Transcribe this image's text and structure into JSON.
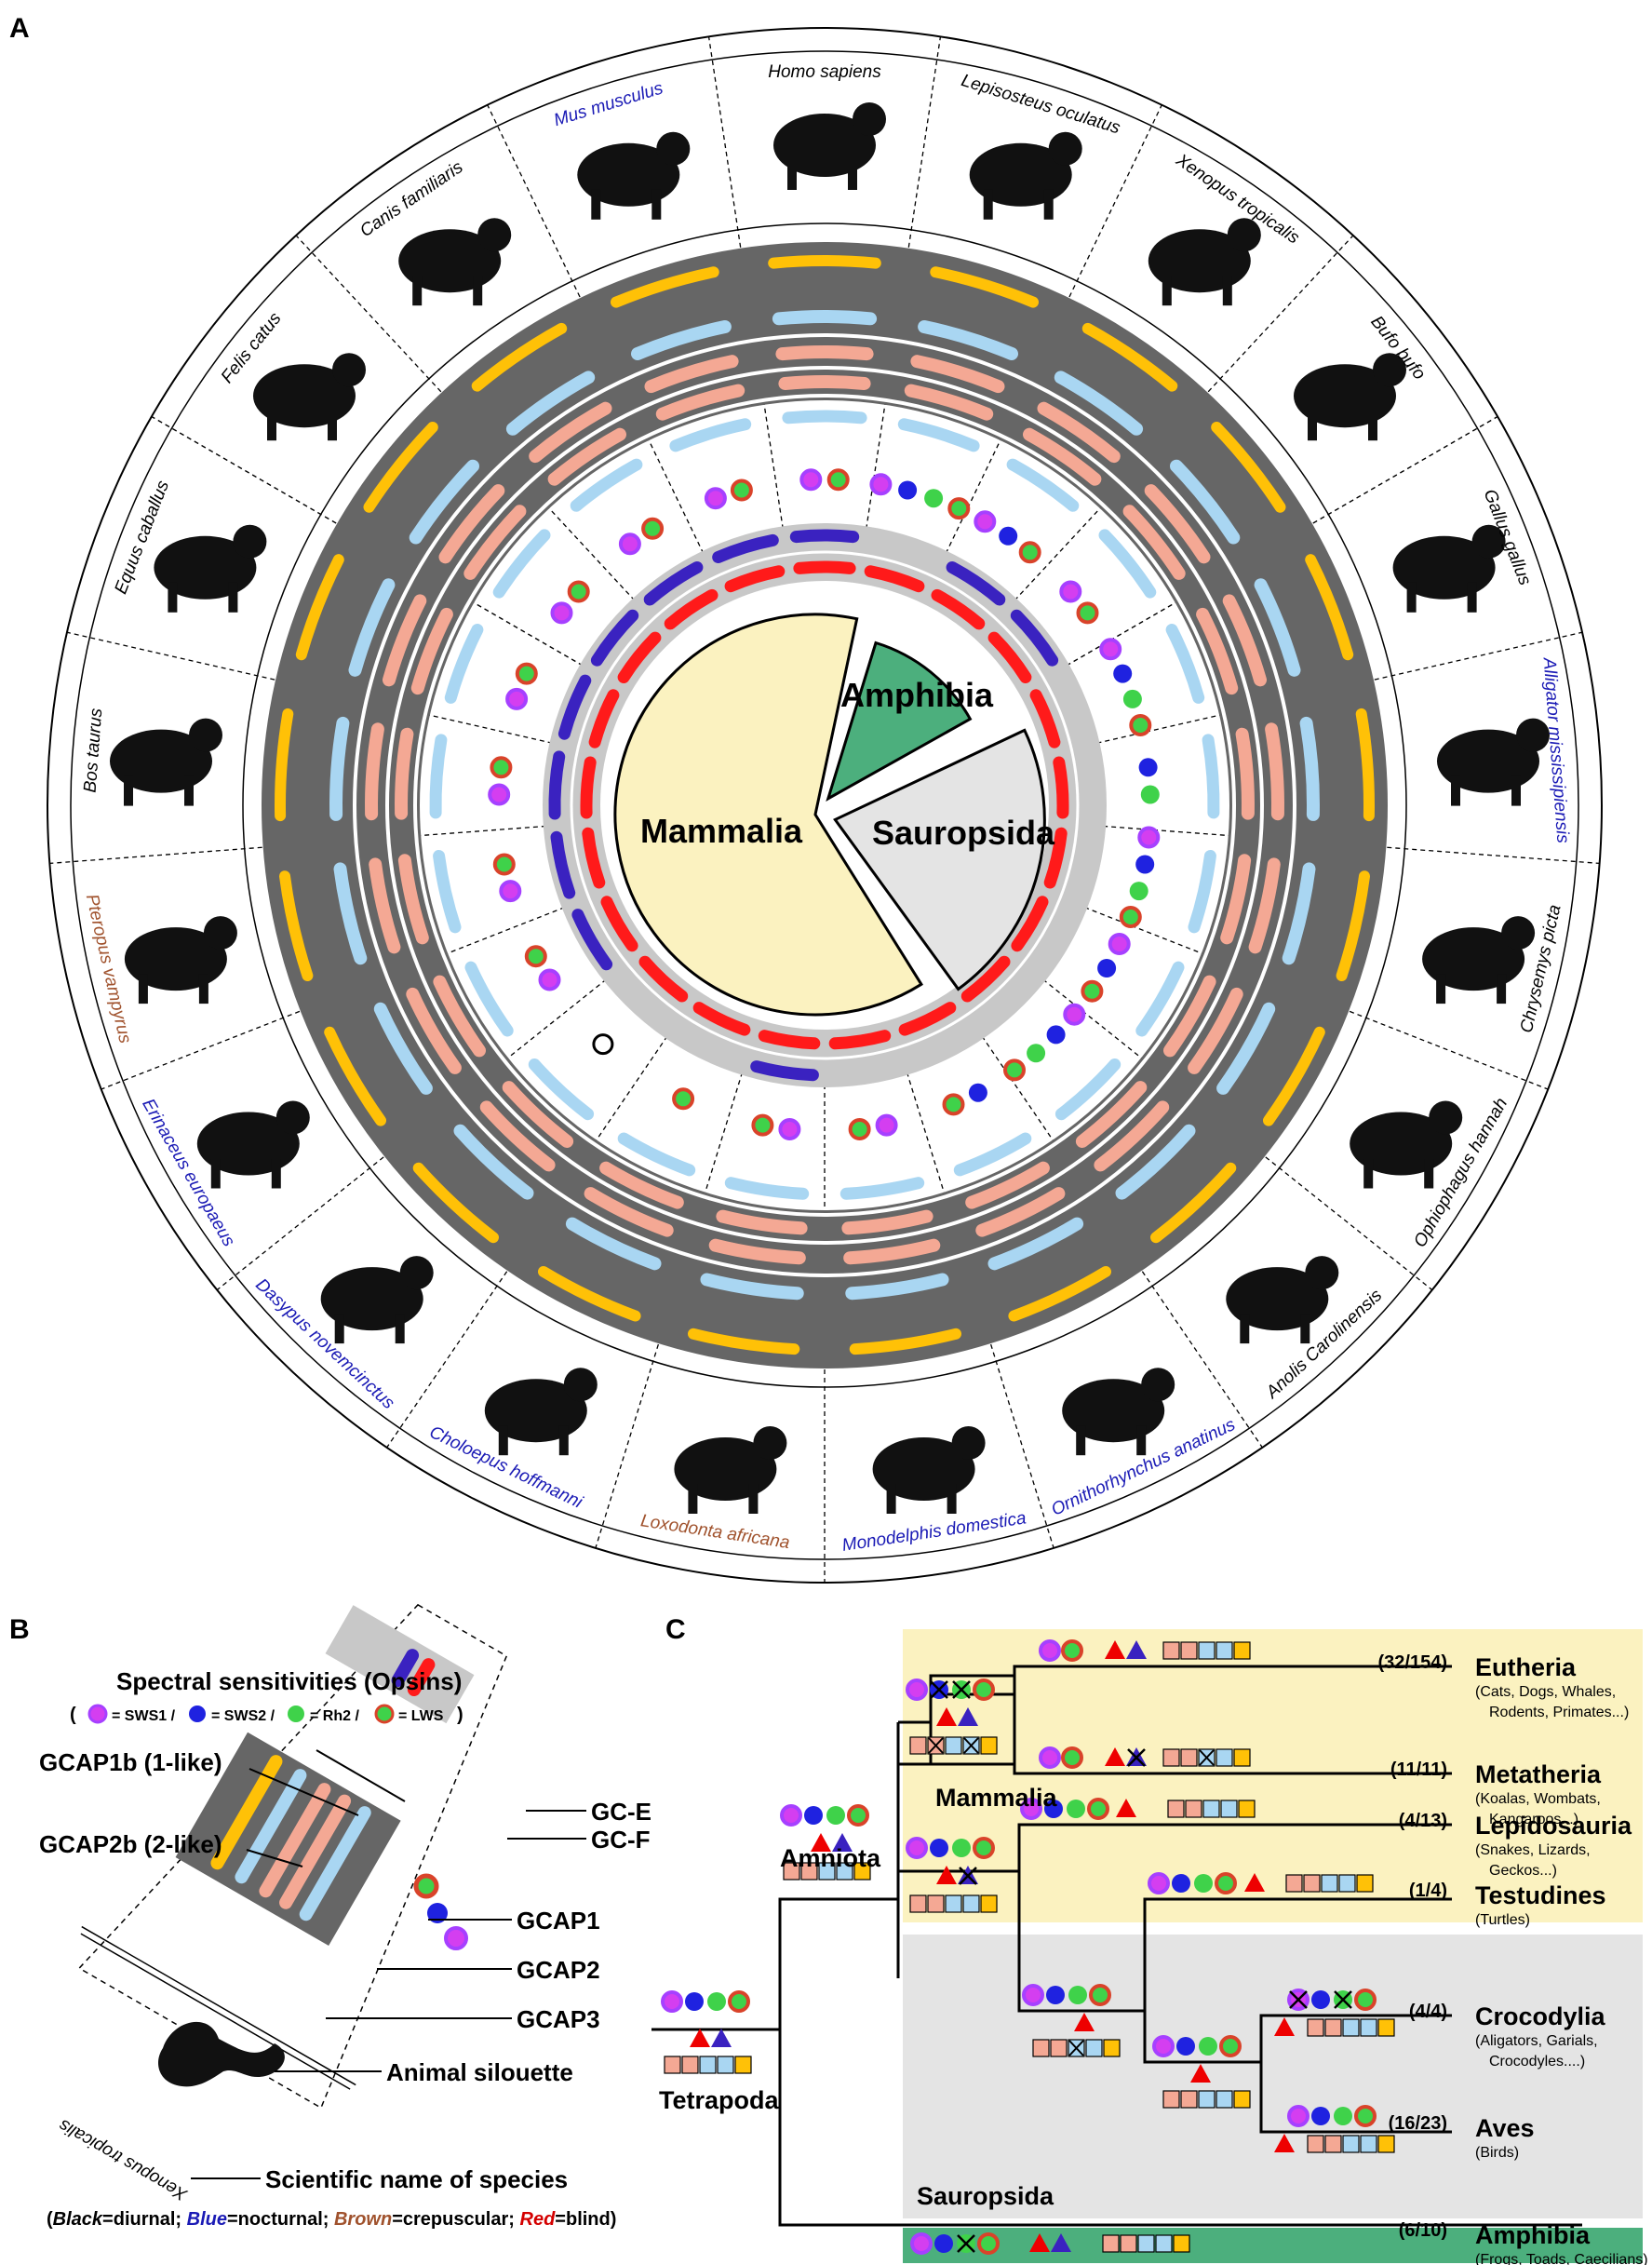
{
  "panels": {
    "a": "A",
    "b": "B",
    "c": "C"
  },
  "colors": {
    "sws1": "#a640ff",
    "sws2": "#1f22e0",
    "rh2": "#3fd24a",
    "lws": "#d9432a",
    "gcap1": "#f4a894",
    "gcap2": "#a9d6f2",
    "gcap3": "#ffc107",
    "gce": "#ff1a1a",
    "gcf": "#3a22c0",
    "mammalia": "#fbf2c0",
    "amphibia": "#4caf7d",
    "sauropsida": "#e4e4e4",
    "diurnal": "#000000",
    "nocturnal": "#1a1ab5",
    "crepuscular": "#a0522d",
    "blind": "#d40000"
  },
  "pie": {
    "mammalia": {
      "label": "Mammalia",
      "species": 12
    },
    "amphibia": {
      "label": "Amphibia",
      "species": 3
    },
    "sauropsida": {
      "label": "Sauropsida",
      "species": 6
    }
  },
  "species": [
    {
      "name": "Homo sapiens",
      "activity": "diurnal",
      "icon": "vitruvian-man-icon",
      "opsins": [
        "sws1",
        "lws"
      ],
      "gcap1": true,
      "gcap2": true,
      "gcap3": true,
      "gcf": true
    },
    {
      "name": "Lepisosteus oculatus",
      "activity": "diurnal",
      "icon": "gar-fish-icon",
      "opsins": [
        "sws1",
        "sws2",
        "rh2",
        "lws"
      ],
      "gcap1": true,
      "gcap2": true,
      "gcap3": true,
      "gcf": false
    },
    {
      "name": "Xenopus tropicalis",
      "activity": "diurnal",
      "icon": "frog-icon",
      "opsins": [
        "sws1",
        "sws2",
        "lws"
      ],
      "gcap1": true,
      "gcap2": true,
      "gcap3": true,
      "gcf": true
    },
    {
      "name": "Bufo bufo",
      "activity": "diurnal",
      "icon": "toad-icon",
      "opsins": [
        "sws1",
        "lws"
      ],
      "gcap1": true,
      "gcap2": true,
      "gcap3": true,
      "gcf": true
    },
    {
      "name": "Gallus gallus",
      "activity": "diurnal",
      "icon": "rooster-icon",
      "opsins": [
        "sws1",
        "sws2",
        "rh2",
        "lws"
      ],
      "gcap1": true,
      "gcap2": true,
      "gcap3": true,
      "gcf": false
    },
    {
      "name": "Alligator mississipiensis",
      "activity": "nocturnal",
      "icon": "alligator-icon",
      "opsins": [
        "sws2",
        "rh2"
      ],
      "gcap1": true,
      "gcap2": true,
      "gcap3": true,
      "gcf": false
    },
    {
      "name": "Chrysemys picta",
      "activity": "diurnal",
      "icon": "turtle-icon",
      "opsins": [
        "sws1",
        "sws2",
        "rh2",
        "lws"
      ],
      "gcap1": true,
      "gcap2": true,
      "gcap3": true,
      "gcf": false
    },
    {
      "name": "Ophiophagus hannah",
      "activity": "diurnal",
      "icon": "snake-icon",
      "opsins": [
        "sws1",
        "sws2",
        "lws"
      ],
      "gcap1": true,
      "gcap2": true,
      "gcap3": true,
      "gcf": false
    },
    {
      "name": "Anolis Carolinensis",
      "activity": "diurnal",
      "icon": "lizard-icon",
      "opsins": [
        "sws1",
        "sws2",
        "rh2",
        "lws"
      ],
      "gcap1": true,
      "gcap2": true,
      "gcap3": true,
      "gcf": false
    },
    {
      "name": "Ornithorhynchus anatinus",
      "activity": "nocturnal",
      "icon": "platypus-icon",
      "opsins": [
        "sws2",
        "lws"
      ],
      "gcap1": true,
      "gcap2": true,
      "gcap3": true,
      "gcf": false
    },
    {
      "name": "Monodelphis domestica",
      "activity": "nocturnal",
      "icon": "opossum-icon",
      "opsins": [
        "sws1",
        "lws"
      ],
      "gcap1": true,
      "gcap2": true,
      "gcap3": true,
      "gcf": false
    },
    {
      "name": "Loxodonta africana",
      "activity": "crepuscular",
      "icon": "elephant-icon",
      "opsins": [
        "sws1",
        "lws"
      ],
      "gcap1": true,
      "gcap2": true,
      "gcap3": true,
      "gcf": true
    },
    {
      "name": "Choloepus hoffmanni",
      "activity": "nocturnal",
      "icon": "sloth-icon",
      "opsins": [
        "lws"
      ],
      "gcap1": true,
      "gcap2": true,
      "gcap3": true,
      "gcf": false
    },
    {
      "name": "Dasypus novemcinctus",
      "activity": "nocturnal",
      "icon": "armadillo-icon",
      "opsins": [],
      "gcap1": true,
      "gcap2": true,
      "gcap3": true,
      "gcf": false
    },
    {
      "name": "Erinaceus europaeus",
      "activity": "nocturnal",
      "icon": "hedgehog-icon",
      "opsins": [
        "sws1",
        "lws"
      ],
      "gcap1": true,
      "gcap2": true,
      "gcap3": true,
      "gcf": true
    },
    {
      "name": "Pteropus vampyrus",
      "activity": "crepuscular",
      "icon": "bat-icon",
      "opsins": [
        "sws1",
        "lws"
      ],
      "gcap1": true,
      "gcap2": true,
      "gcap3": true,
      "gcf": true
    },
    {
      "name": "Bos taurus",
      "activity": "diurnal",
      "icon": "cow-icon",
      "opsins": [
        "sws1",
        "lws"
      ],
      "gcap1": true,
      "gcap2": true,
      "gcap3": true,
      "gcf": true
    },
    {
      "name": "Equus caballus",
      "activity": "diurnal",
      "icon": "horse-icon",
      "opsins": [
        "sws1",
        "lws"
      ],
      "gcap1": true,
      "gcap2": true,
      "gcap3": true,
      "gcf": true
    },
    {
      "name": "Felis catus",
      "activity": "diurnal",
      "icon": "cat-icon",
      "opsins": [
        "sws1",
        "lws"
      ],
      "gcap1": true,
      "gcap2": true,
      "gcap3": true,
      "gcf": true
    },
    {
      "name": "Canis familiaris",
      "activity": "diurnal",
      "icon": "dog-icon",
      "opsins": [
        "sws1",
        "lws"
      ],
      "gcap1": true,
      "gcap2": true,
      "gcap3": true,
      "gcf": true
    },
    {
      "name": "Mus musculus",
      "activity": "nocturnal",
      "icon": "mouse-icon",
      "opsins": [
        "sws1",
        "lws"
      ],
      "gcap1": true,
      "gcap2": true,
      "gcap3": true,
      "gcf": true
    }
  ],
  "legend_b": {
    "opsins_title": "Spectral sensitivities (Opsins)",
    "opsins_open": "(",
    "opsins_close": ")",
    "sws1": "= SWS1 /",
    "sws2": "= SWS2 /",
    "rh2": "= Rh2 /",
    "lws": "= LWS",
    "gcap1b": "GCAP1b (1-like)",
    "gcap2b": "GCAP2b (2-like)",
    "gce": "GC-E",
    "gcf": "GC-F",
    "gcap1": "GCAP1",
    "gcap2": "GCAP2",
    "gcap3": "GCAP3",
    "silhouette": "Animal silouette",
    "species_example": "Xenopus tropicalis",
    "sci_name": "Scientific name of species",
    "activity_key": {
      "open": "(",
      "black": "Black",
      "black_rest": "=diurnal; ",
      "blue": "Blue",
      "blue_rest": "=nocturnal; ",
      "brown": "Brown",
      "brown_rest": "=crepuscular; ",
      "red": "Red",
      "red_rest": "=blind)"
    }
  },
  "tree": {
    "tetrapoda": "Tetrapoda",
    "amniota": "Amniota",
    "mammalia": "Mammalia",
    "sauropsida": "Sauropsida",
    "clades": [
      {
        "name": "Eutheria",
        "desc1": "(Cats, Dogs, Whales,",
        "desc2": "Rodents, Primates...)",
        "ratio": "(32/154)"
      },
      {
        "name": "Metatheria",
        "desc1": "(Koalas, Wombats,",
        "desc2": "Kangaroos...)",
        "ratio": "(11/11)"
      },
      {
        "name": "Lepidosauria",
        "desc1": "(Snakes, Lizards,",
        "desc2": "Geckos...)",
        "ratio": "(4/13)"
      },
      {
        "name": "Testudines",
        "desc1": "(Turtles)",
        "desc2": "",
        "ratio": "(1/4)"
      },
      {
        "name": "Crocodylia",
        "desc1": "(Aligators, Garials,",
        "desc2": "Crocodyles....)",
        "ratio": "(4/4)"
      },
      {
        "name": "Aves",
        "desc1": "(Birds)",
        "desc2": "",
        "ratio": "(16/23)"
      },
      {
        "name": "Amphibia",
        "desc1": "(Frogs, Toads, Caecilians)",
        "desc2": "",
        "ratio": "(6/10)"
      }
    ]
  }
}
